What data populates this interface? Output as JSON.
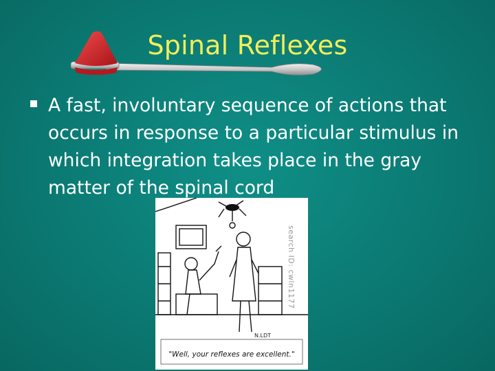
{
  "slide": {
    "title": "Spinal Reflexes",
    "bullet": "A fast, involuntary sequence of actions that occurs in response to a particular stimulus in which integration takes place in the gray matter of the spinal cord"
  },
  "cartoon": {
    "caption": "\"Well, your reflexes are excellent.\"",
    "signature": "N.LDT",
    "watermark": "search ID: cwln1177"
  },
  "colors": {
    "background": "#0b7a73",
    "title": "#f2ee5a",
    "text": "#ffffff",
    "hammer_head": "#d8232a"
  },
  "icons": [
    "reflex-hammer-icon",
    "bullet-square-icon"
  ]
}
